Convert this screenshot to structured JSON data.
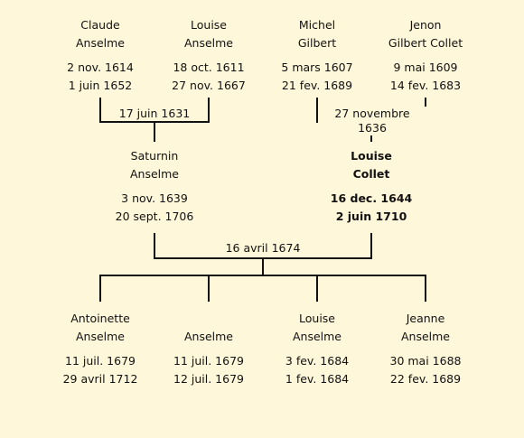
{
  "grandparents_paternal": {
    "father": {
      "first": "Claude",
      "last": "Anselme",
      "birth": "2 nov. 1614",
      "death": "1 juin 1652"
    },
    "mother": {
      "first": "Louise",
      "last": "Anselme",
      "birth": "18 oct. 1611",
      "death": "27 nov. 1667"
    },
    "marriage": "17 juin 1631"
  },
  "grandparents_maternal": {
    "father": {
      "first": "Michel",
      "last": "Gilbert",
      "birth": "5 mars 1607",
      "death": "21 fev. 1689"
    },
    "mother": {
      "first": "Jenon",
      "last": "Gilbert Collet",
      "birth": "9 mai 1609",
      "death": "14 fev. 1683"
    },
    "marriage": "27 novembre 1636"
  },
  "parents": {
    "father": {
      "first": "Saturnin",
      "last": "Anselme",
      "birth": "3 nov. 1639",
      "death": "20 sept. 1706"
    },
    "mother": {
      "first": "Louise",
      "last": "Collet",
      "birth": "16 dec. 1644",
      "death": "2 juin 1710"
    },
    "marriage": "16 avril 1674"
  },
  "children": [
    {
      "first": "Antoinette",
      "last": "Anselme",
      "birth": "11 juil. 1679",
      "death": "29 avril 1712"
    },
    {
      "first": "",
      "last": "Anselme",
      "birth": "11 juil. 1679",
      "death": "12 juil. 1679"
    },
    {
      "first": "Louise",
      "last": "Anselme",
      "birth": "3 fev. 1684",
      "death": "1 fev. 1684"
    },
    {
      "first": "Jeanne",
      "last": "Anselme",
      "birth": "30 mai 1688",
      "death": "22 fev. 1689"
    }
  ]
}
